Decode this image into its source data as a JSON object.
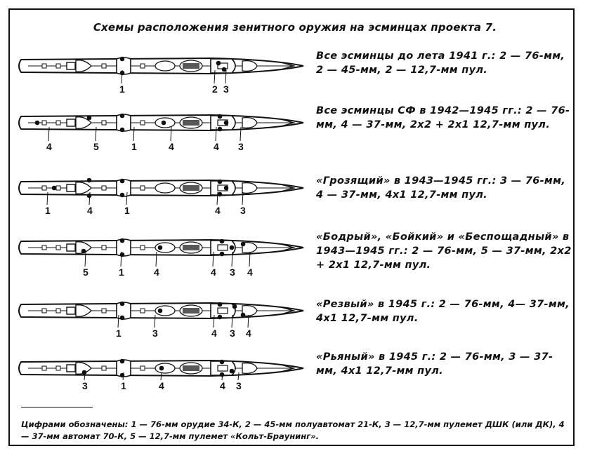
{
  "title": "Схемы расположения зенитного оружия на эсминцах проекта 7.",
  "schemes": [
    {
      "caption": "Все эсминцы до лета 1941 г.: 2 — 76-мм, 2 — 45-мм, 2 — 12,7-мм пул.",
      "labels": [
        "1",
        "2",
        "3"
      ]
    },
    {
      "caption": "Все эсминцы СФ в 1942—1945 гг.: 2 — 76-мм, 4 — 37-мм, 2х2 + 2х1 12,7-мм пул.",
      "labels": [
        "4",
        "5",
        "1",
        "4",
        "4",
        "3"
      ]
    },
    {
      "caption": "«Грозящий» в 1943—1945 гг.: 3 — 76-мм, 4 — 37-мм, 4х1 12,7-мм пул.",
      "labels": [
        "1",
        "4",
        "1",
        "4",
        "3"
      ]
    },
    {
      "caption": "«Бодрый», «Бойкий» и «Беспощадный» в 1943—1945 гг.: 2 — 76-мм, 5 — 37-мм, 2х2 + 2х1 12,7-мм пул.",
      "labels": [
        "5",
        "1",
        "4",
        "4",
        "3",
        "4"
      ]
    },
    {
      "caption": "«Резвый» в 1945 г.: 2 — 76-мм, 4— 37-мм, 4х1 12,7-мм пул.",
      "labels": [
        "1",
        "3",
        "4",
        "3",
        "4"
      ]
    },
    {
      "caption": "«Рьяный» в 1945 г.: 2 — 76-мм, 3 — 37-мм, 4х1 12,7-мм пул.",
      "labels": [
        "3",
        "1",
        "4",
        "4",
        "3"
      ]
    }
  ],
  "footnote": "Цифрами обозначены: 1 — 76-мм орудие 34-К, 2 — 45-мм полуавтомат 21-К, 3 — 12,7-мм пулемет ДШК (или ДК), 4 — 37-мм автомат 70-К, 5 — 12,7-мм пулемет «Кольт-Браунинг»."
}
